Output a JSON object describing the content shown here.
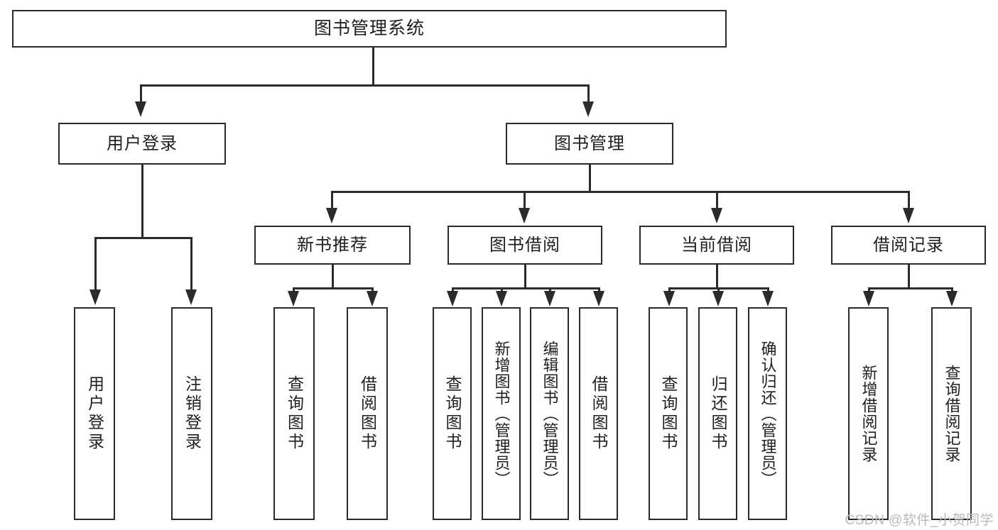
{
  "diagram": {
    "title": "图书管理系统",
    "watermark": "CSDN @软件_小贺同学",
    "line_color": "#2b2b2b",
    "box_fill": "#ffffff",
    "background": "#ffffff",
    "watermark_color": "#b9b9b9"
  },
  "nodes": {
    "root": "图书管理系统",
    "user_login": "用户登录",
    "book_manage": "图书管理",
    "new_book_rec": "新书推荐",
    "book_borrow": "图书借阅",
    "current_borrow": "当前借阅",
    "borrow_record": "借阅记录",
    "leaf_user_login": "用户登录",
    "leaf_logout": "注销登录",
    "leaf_query_book_1": "查询图书",
    "leaf_borrow_book_1": "借阅图书",
    "leaf_query_book_2": "查询图书",
    "leaf_add_book_admin": "新增图书（管理员）",
    "leaf_edit_book_admin": "编辑图书（管理员）",
    "leaf_borrow_book_2": "借阅图书",
    "leaf_query_book_3": "查询图书",
    "leaf_return_book": "归还图书",
    "leaf_confirm_return_admin": "确认归还（管理员）",
    "leaf_add_record": "新增借阅记录",
    "leaf_query_record": "查询借阅记录"
  },
  "chart_data": {
    "type": "diagram",
    "subtype": "tree / functional-structure-chart",
    "title": "图书管理系统",
    "orientation": "top-down",
    "edge_style": "orthogonal-with-arrowheads",
    "levels": 4,
    "tree": {
      "label": "图书管理系统",
      "children": [
        {
          "label": "用户登录",
          "children": [
            {
              "label": "用户登录",
              "children": []
            },
            {
              "label": "注销登录",
              "children": []
            }
          ]
        },
        {
          "label": "图书管理",
          "children": [
            {
              "label": "新书推荐",
              "children": [
                {
                  "label": "查询图书",
                  "children": []
                },
                {
                  "label": "借阅图书",
                  "children": []
                }
              ]
            },
            {
              "label": "图书借阅",
              "children": [
                {
                  "label": "查询图书",
                  "children": []
                },
                {
                  "label": "新增图书（管理员）",
                  "children": []
                },
                {
                  "label": "编辑图书（管理员）",
                  "children": []
                },
                {
                  "label": "借阅图书",
                  "children": []
                }
              ]
            },
            {
              "label": "当前借阅",
              "children": [
                {
                  "label": "查询图书",
                  "children": []
                },
                {
                  "label": "归还图书",
                  "children": []
                },
                {
                  "label": "确认归还（管理员）",
                  "children": []
                }
              ]
            },
            {
              "label": "借阅记录",
              "children": [
                {
                  "label": "新增借阅记录",
                  "children": []
                },
                {
                  "label": "查询借阅记录",
                  "children": []
                }
              ]
            }
          ]
        }
      ]
    }
  }
}
